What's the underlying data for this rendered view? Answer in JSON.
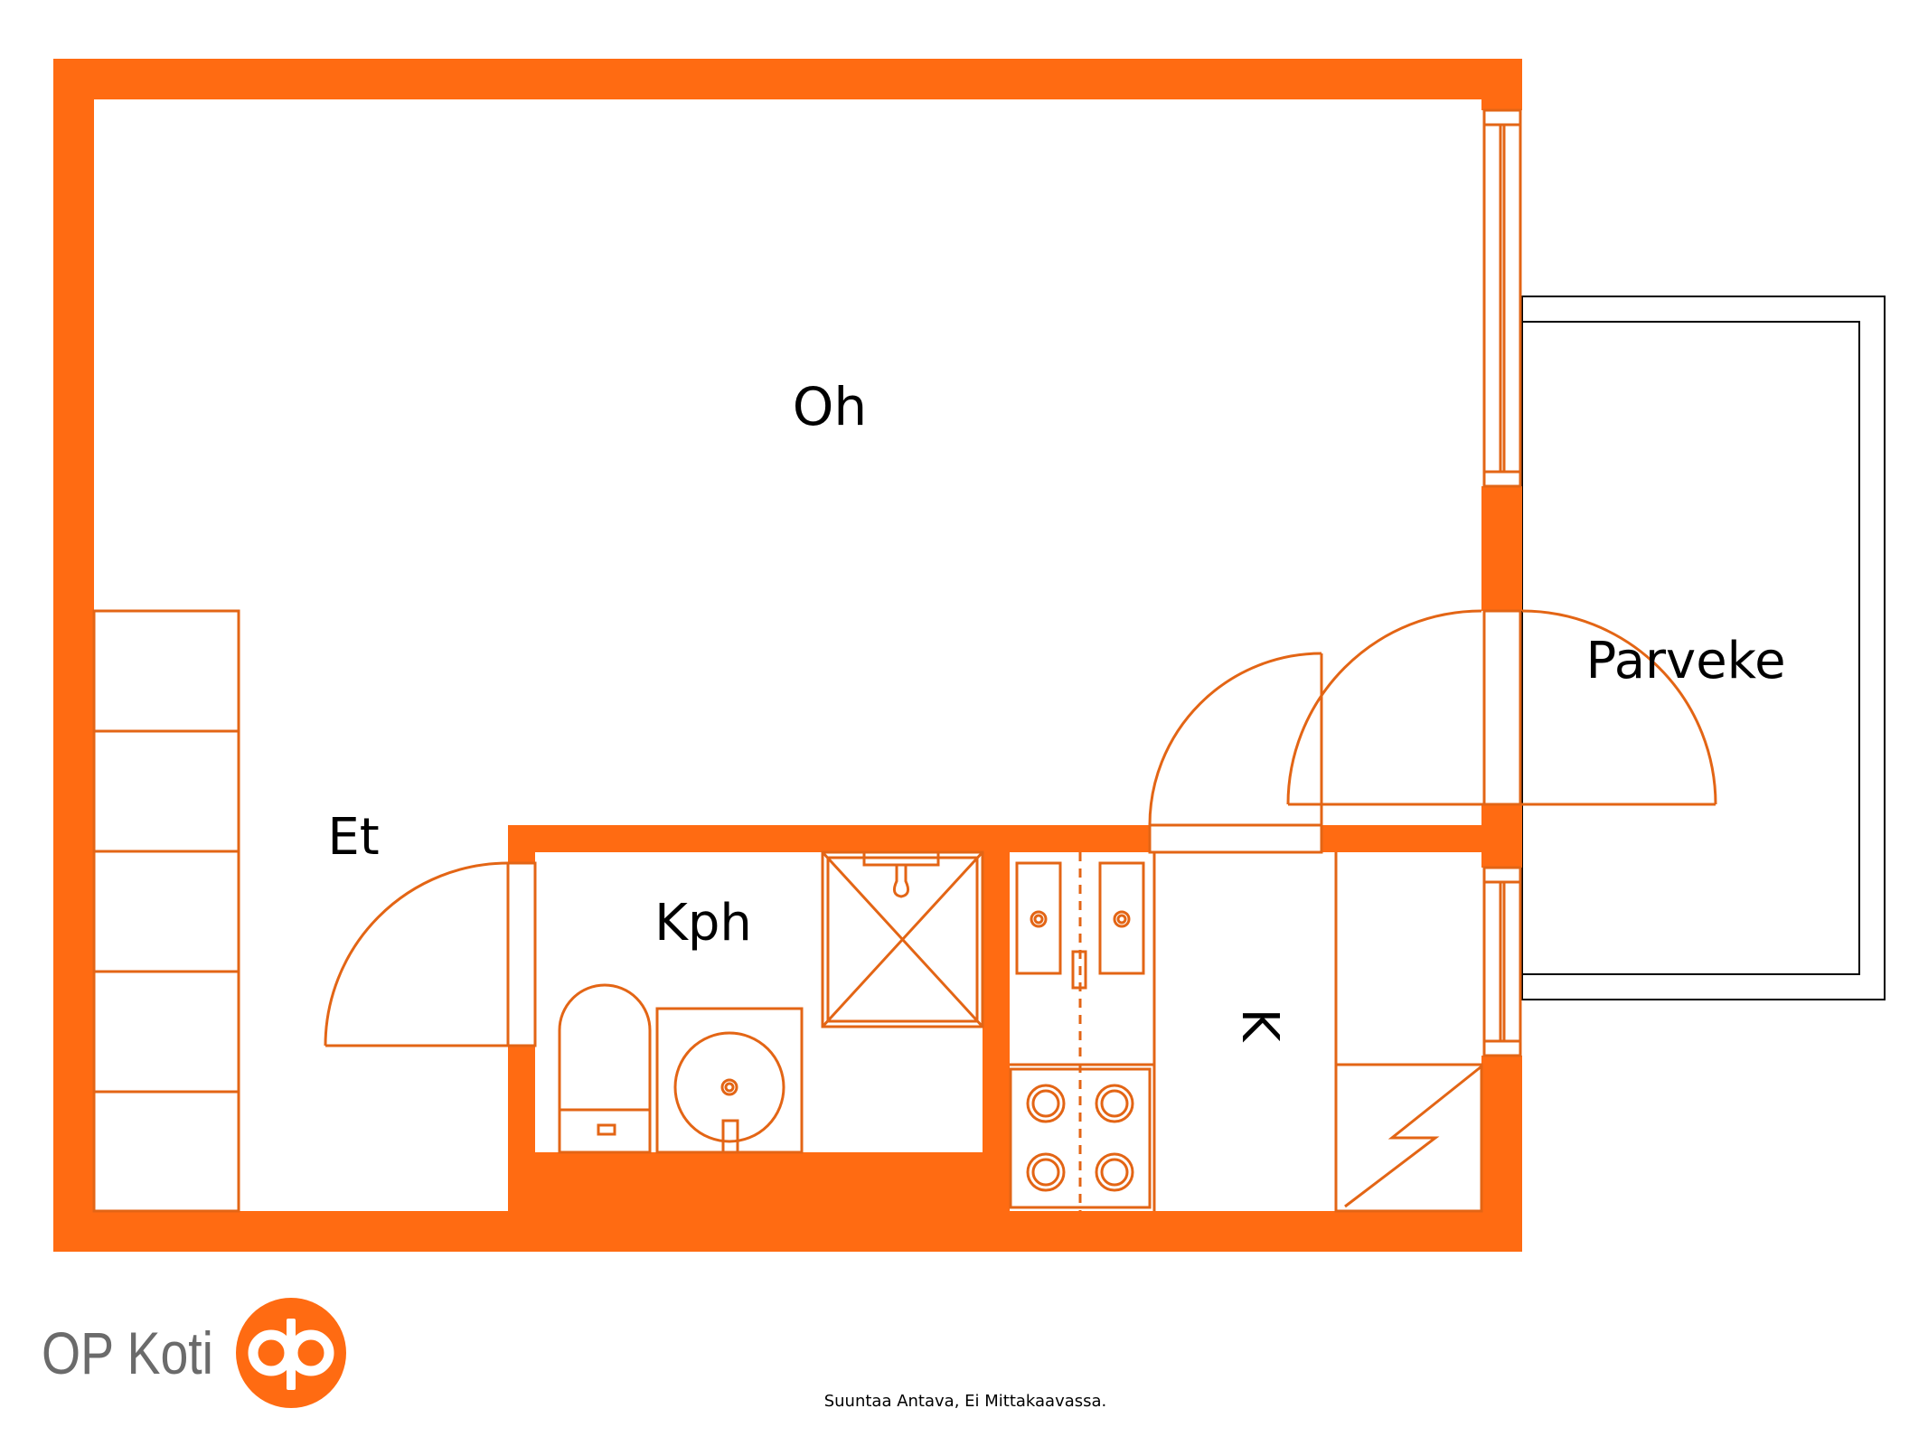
{
  "colors": {
    "wall": "#FF6B12",
    "line": "#E36515",
    "outline": "#000000",
    "brand_text": "#6b6b6b",
    "background": "#ffffff"
  },
  "rooms": {
    "oh": "Oh",
    "et": "Et",
    "kph": "Kph",
    "k": "K",
    "parveke": "Parveke"
  },
  "brand": {
    "name": "OP Koti",
    "logo_icon": "op-logo-icon"
  },
  "note": "Suuntaa Antava, Ei Mittakaavassa."
}
